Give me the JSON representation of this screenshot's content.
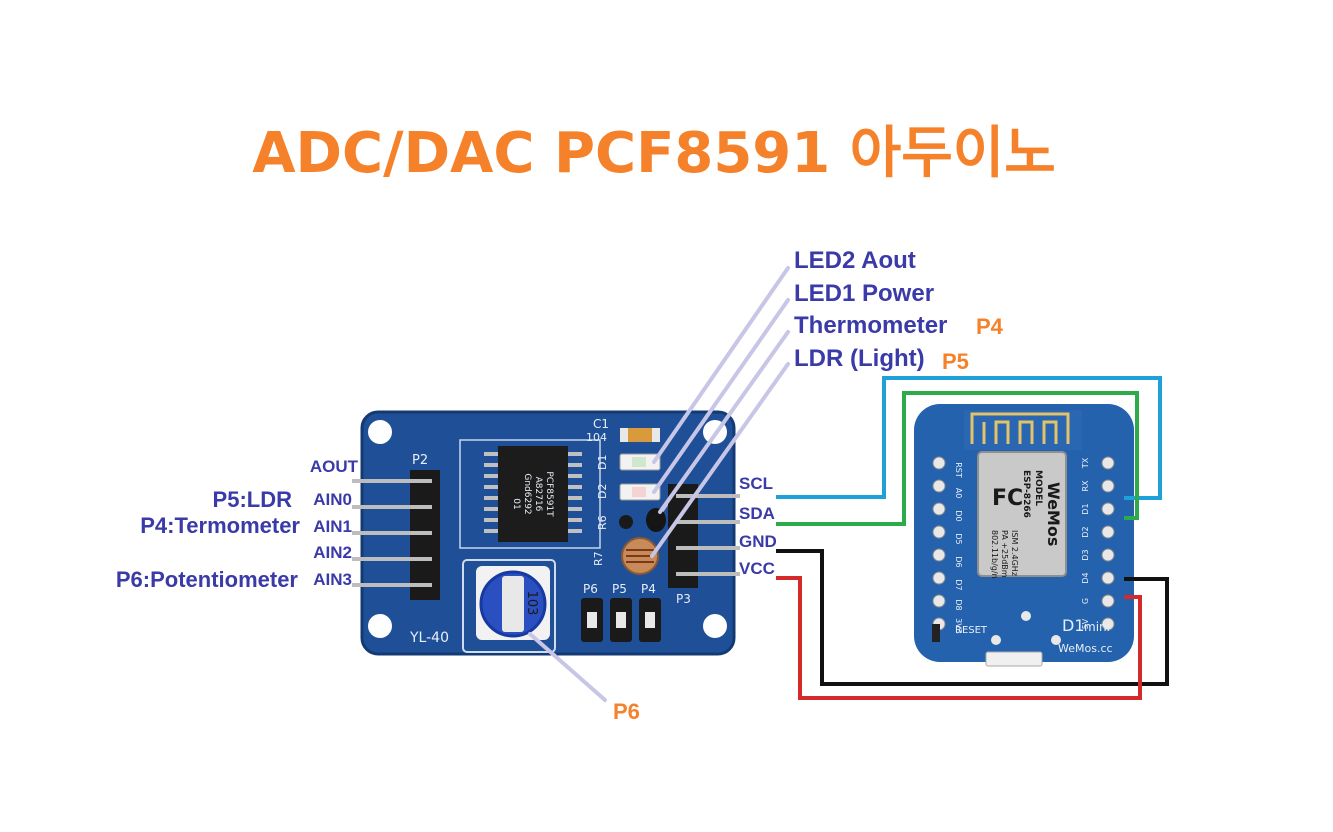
{
  "title": "ADC/DAC PCF8591 아두이노",
  "callouts": {
    "led2": "LED2 Aout",
    "led1": "LED1 Power",
    "thermo": "Thermometer",
    "thermo_tag": "P4",
    "ldr": "LDR (Light)",
    "ldr_tag": "P5",
    "pot_tag": "P6"
  },
  "left_pins": {
    "aout": "AOUT",
    "ain0": "AIN0",
    "ain1": "AIN1",
    "ain2": "AIN2",
    "ain3": "AIN3",
    "p5": "P5:LDR",
    "p4": "P4:Termometer",
    "p6": "P6:Potentiometer"
  },
  "right_pins": {
    "scl": "SCL",
    "sda": "SDA",
    "gnd": "GND",
    "vcc": "VCC"
  },
  "pcf_board": {
    "label": "YL-40",
    "c1": "C1",
    "c1_val": "104",
    "d1": "D1",
    "d2": "D2",
    "r6": "R6",
    "r7": "R7",
    "p2": "P2",
    "p3": "P3",
    "p4": "P4",
    "p5": "P5",
    "p6": "P6",
    "chip_line1": "PCF8591T",
    "chip_line2": "A82716",
    "chip_line3": "Gnd6292",
    "chip_line4": "01",
    "pot_marking": "103"
  },
  "d1_board": {
    "label_top": "D1",
    "label_sub": "mini",
    "brand": "WeMos.cc",
    "reset": "RESET",
    "module_model": "ESP-8266",
    "module_brand": "WeMos",
    "module_lines": [
      "MODEL",
      "ISM 2.4GHz",
      "PA +25dBm",
      "802.11b/g/n"
    ],
    "left_pins": [
      "RST",
      "A0",
      "D0",
      "D5",
      "D6",
      "D7",
      "D8",
      "3V3"
    ],
    "right_pins": [
      "TX",
      "RX",
      "D1",
      "D2",
      "D3",
      "D4",
      "G",
      "5V"
    ]
  },
  "colors": {
    "title": "#f5822a",
    "label_blue": "#3a3aa8",
    "pcb_blue": "#1f4f97",
    "scl_wire": "#1ea0d8",
    "sda_wire": "#2daa4a",
    "gnd_wire": "#111111",
    "vcc_wire": "#d42a2a",
    "leader": "#c8c6e6"
  }
}
